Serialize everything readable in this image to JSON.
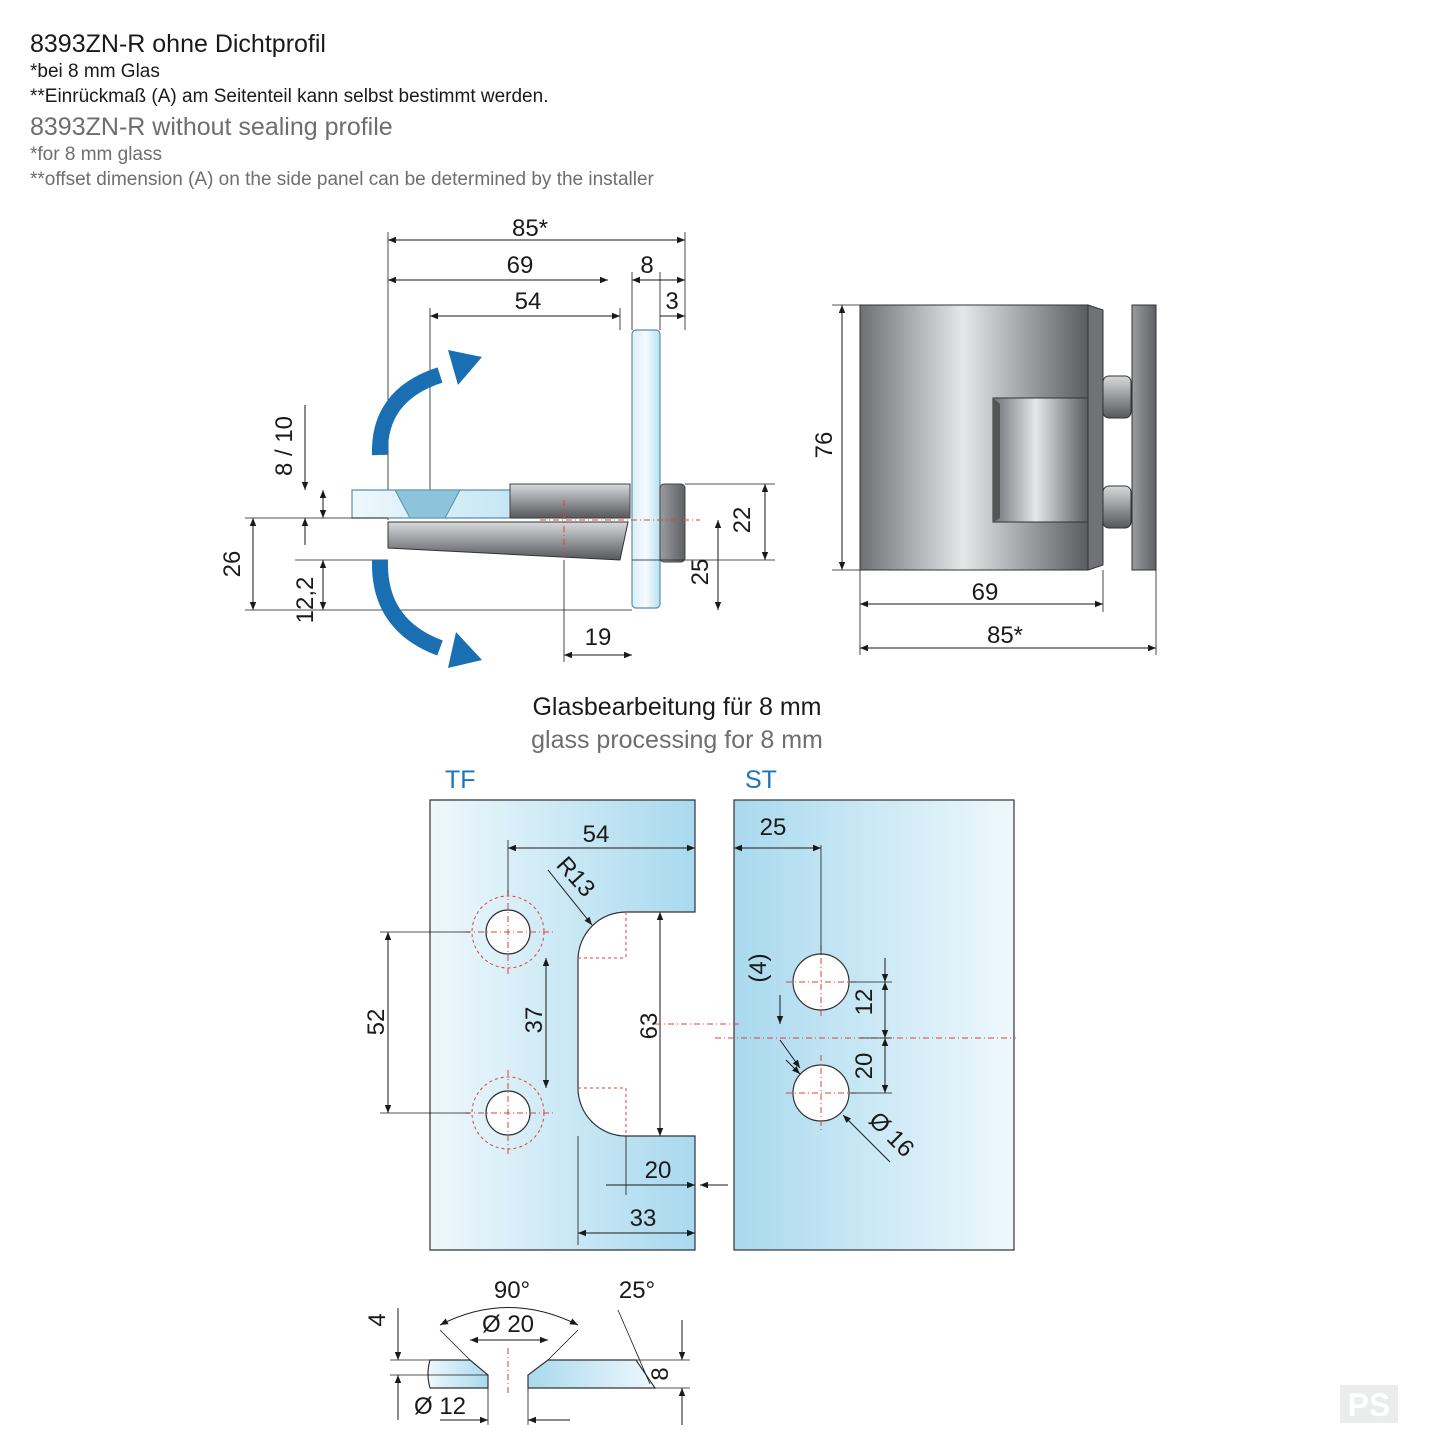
{
  "header": {
    "title_de": "8393ZN-R ohne Dichtprofil",
    "note1_de": "*bei 8 mm Glas",
    "note2_de": "**Einrückmaß (A) am Seitenteil kann selbst bestimmt werden.",
    "title_en": "8393ZN-R without sealing profile",
    "note1_en": "*for 8 mm glass",
    "note2_en": "**offset dimension (A) on the side panel can be determined by the installer"
  },
  "top_view": {
    "dim_total": "85*",
    "dim_69": "69",
    "dim_8": "8",
    "dim_54": "54",
    "dim_3": "3",
    "dim_8_10": "8 / 10",
    "dim_26": "26",
    "dim_12_2": "12,2",
    "dim_22": "22",
    "dim_25": "25",
    "dim_19": "19"
  },
  "side_view": {
    "dim_76": "76",
    "dim_69": "69",
    "dim_total": "85*"
  },
  "glass_section": {
    "title_de": "Glasbearbeitung für 8 mm",
    "title_en": "glass processing for 8 mm",
    "tf_label": "TF",
    "st_label": "ST",
    "tf": {
      "dim_54": "54",
      "radius": "R13",
      "dim_52": "52",
      "dim_37": "37",
      "dim_63": "63",
      "dim_20": "20",
      "dim_33": "33"
    },
    "st": {
      "dim_25": "25",
      "dim_4": "(4)",
      "dim_12": "12",
      "dim_20": "20",
      "dim_dia16": "Ø 16"
    }
  },
  "countersink": {
    "angle_90": "90°",
    "angle_25": "25°",
    "dim_dia20": "Ø 20",
    "dim_4": "4",
    "dim_8": "8",
    "dim_dia12": "Ø 12"
  },
  "colors": {
    "arrow_blue": "#1a6fb3",
    "label_blue": "#1a75bc",
    "glass_light": "#e8f6fb",
    "glass_dark": "#a9d9ee",
    "metal_dark": "#5a5c60",
    "metal_light": "#e4e5e7",
    "red_centerline": "#e0403a"
  },
  "logo": {
    "text": "PS"
  }
}
